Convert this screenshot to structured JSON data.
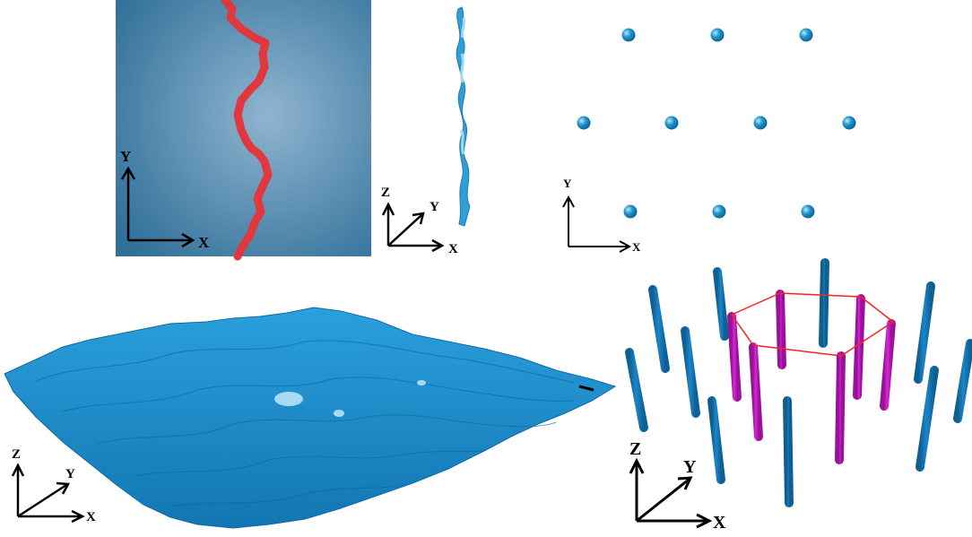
{
  "panel_a": {
    "axis_labels": {
      "y": "Y",
      "x": "X"
    },
    "colors": {
      "bg_center": "#8fb4cf",
      "bg_edge": "#2f6f98",
      "line": "#e0383e"
    }
  },
  "panel_b": {
    "axis_labels": {
      "z": "Z",
      "y": "Y",
      "x": "X"
    },
    "colors": {
      "ribbon": "#2f9fd6",
      "ribbon_light": "#9ed8f5"
    }
  },
  "panel_c": {
    "axis_labels": {
      "y": "Y",
      "x": "X"
    },
    "colors": {
      "sphere": "#1f95d0",
      "sphere_light": "#bfe6fa"
    }
  },
  "panel_d": {
    "axis_labels": {
      "z": "Z",
      "y": "Y",
      "x": "X"
    },
    "colors": {
      "surface": "#1b8fd0",
      "surface_dark": "#1276b2",
      "highlight": "#cbeeff"
    }
  },
  "panel_e": {
    "axis_labels": {
      "z": "Z",
      "y": "Y",
      "x": "X"
    },
    "colors": {
      "outer": "#1a86c7",
      "ring": "#cc22cc",
      "center": "#22cc22",
      "hexagon": "#ff2020"
    }
  }
}
